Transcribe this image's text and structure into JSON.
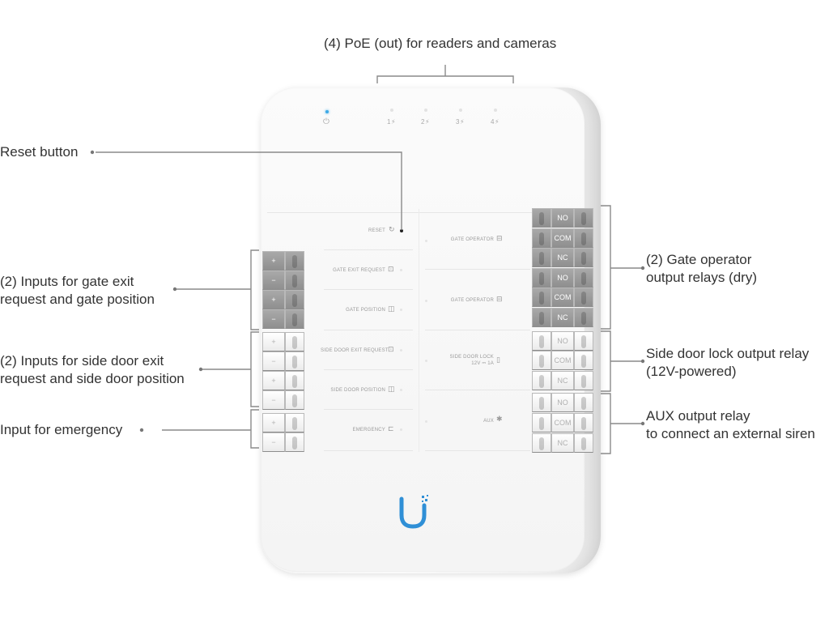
{
  "callouts": {
    "poe": "(4) PoE (out) for readers and cameras",
    "reset": "Reset button",
    "gate_inputs_1": "(2) Inputs for gate exit",
    "gate_inputs_2": "request and gate position",
    "side_inputs_1": "(2) Inputs for side door exit",
    "side_inputs_2": "request and side door position",
    "emergency": "Input for emergency",
    "gate_relays_1": "(2) Gate operator",
    "gate_relays_2": "output relays (dry)",
    "side_relay_1": "Side door lock output relay",
    "side_relay_2": "(12V-powered)",
    "aux_1": "AUX output relay",
    "aux_2": "to connect an external siren"
  },
  "device": {
    "power_icon": "⏻",
    "ports": [
      "1",
      "2",
      "3",
      "4"
    ],
    "port_icon": "⚡",
    "labels": {
      "reset": "RESET",
      "gate_exit": "GATE EXIT REQUEST",
      "gate_position": "GATE POSITION",
      "side_exit": "SIDE DOOR EXIT REQUEST",
      "side_position": "SIDE DOOR POSITION",
      "emergency": "EMERGENCY",
      "gate_operator_1": "GATE OPERATOR",
      "gate_operator_2": "GATE OPERATOR",
      "side_lock_1": "SIDE DOOR LOCK",
      "side_lock_2": "12V ⎓ 1A",
      "aux": "AUX"
    },
    "left_terminals": [
      {
        "sign": "+",
        "style": "gray"
      },
      {
        "sign": "−",
        "style": "gray"
      },
      {
        "sign": "+",
        "style": "gray"
      },
      {
        "sign": "−",
        "style": "gray"
      },
      {
        "sign": "+",
        "style": "white"
      },
      {
        "sign": "−",
        "style": "white"
      },
      {
        "sign": "+",
        "style": "white"
      },
      {
        "sign": "−",
        "style": "white"
      },
      {
        "sign": "+",
        "style": "white"
      },
      {
        "sign": "−",
        "style": "white"
      }
    ],
    "right_terminals": [
      {
        "label": "NO",
        "style": "gray"
      },
      {
        "label": "COM",
        "style": "gray"
      },
      {
        "label": "NC",
        "style": "gray"
      },
      {
        "label": "NO",
        "style": "gray"
      },
      {
        "label": "COM",
        "style": "gray"
      },
      {
        "label": "NC",
        "style": "gray"
      },
      {
        "label": "NO",
        "style": "white"
      },
      {
        "label": "COM",
        "style": "white"
      },
      {
        "label": "NC",
        "style": "white"
      },
      {
        "label": "NO",
        "style": "white"
      },
      {
        "label": "COM",
        "style": "white"
      },
      {
        "label": "NC",
        "style": "white"
      }
    ],
    "logo": "UniFi U logo"
  },
  "colors": {
    "led_on": "#3da9e6",
    "terminal_gray": "#999999",
    "terminal_white": "#f5f5f5",
    "callout_text": "#333333",
    "leader_line": "#8a8a8a"
  }
}
